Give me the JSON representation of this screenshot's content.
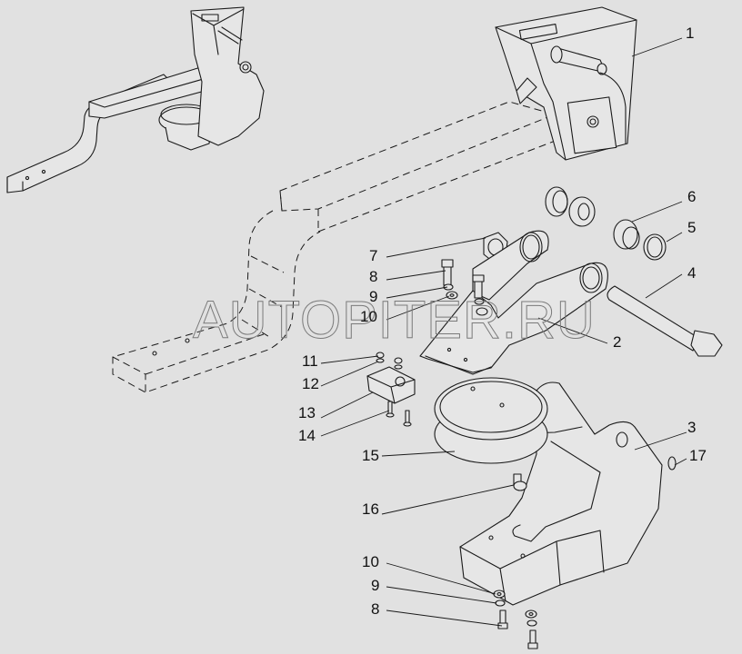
{
  "diagram": {
    "type": "exploded-parts-view",
    "watermark": "AUTOPITER.RU",
    "callouts": [
      {
        "id": "c1",
        "label": "1"
      },
      {
        "id": "c2",
        "label": "2"
      },
      {
        "id": "c3",
        "label": "3"
      },
      {
        "id": "c4",
        "label": "4"
      },
      {
        "id": "c5",
        "label": "5"
      },
      {
        "id": "c6",
        "label": "6"
      },
      {
        "id": "c7",
        "label": "7"
      },
      {
        "id": "c8a",
        "label": "8"
      },
      {
        "id": "c9a",
        "label": "9"
      },
      {
        "id": "c10a",
        "label": "10"
      },
      {
        "id": "c11",
        "label": "11"
      },
      {
        "id": "c12",
        "label": "12"
      },
      {
        "id": "c13",
        "label": "13"
      },
      {
        "id": "c14",
        "label": "14"
      },
      {
        "id": "c15",
        "label": "15"
      },
      {
        "id": "c16",
        "label": "16"
      },
      {
        "id": "c17",
        "label": "17"
      },
      {
        "id": "c10b",
        "label": "10"
      },
      {
        "id": "c9b",
        "label": "9"
      },
      {
        "id": "c8b",
        "label": "8"
      }
    ]
  }
}
